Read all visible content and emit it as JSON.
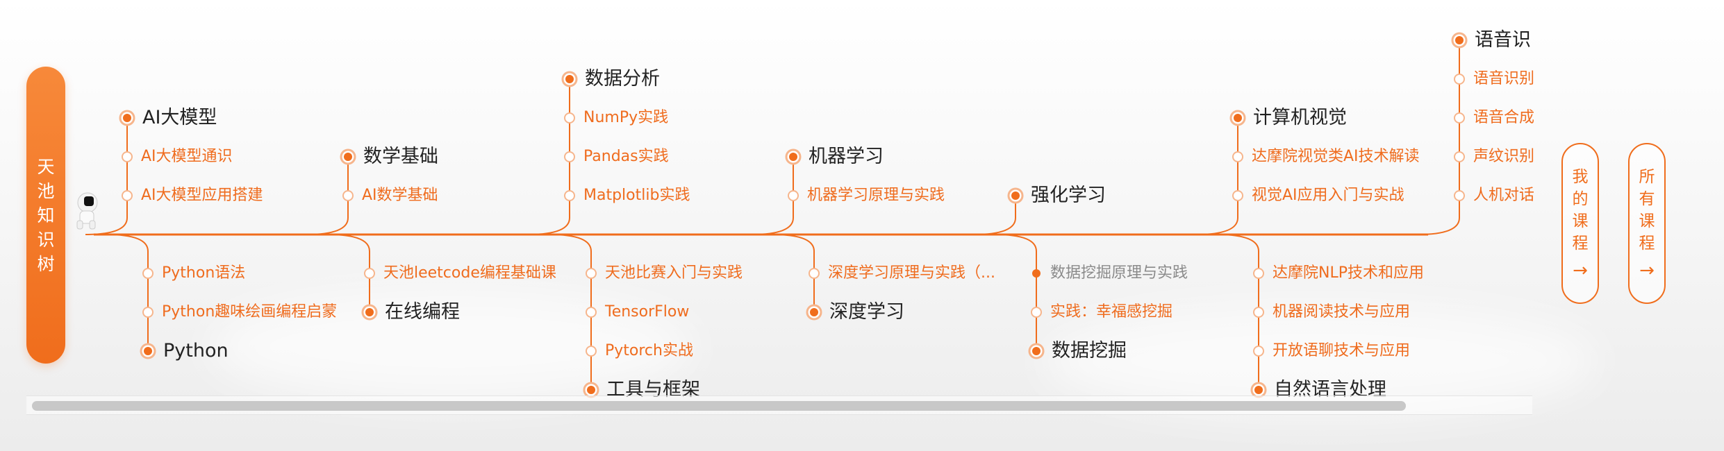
{
  "side_tab": {
    "label": "天池知识树"
  },
  "nodes": [
    {
      "title": "AI大模型",
      "items": [
        "AI大模型通识",
        "AI大模型应用搭建"
      ],
      "pos": "up"
    },
    {
      "title": "Python",
      "items": [
        "Python语法",
        "Python趣味绘画编程启蒙"
      ],
      "pos": "down"
    },
    {
      "title": "数学基础",
      "items": [
        "AI数学基础"
      ],
      "pos": "up"
    },
    {
      "title": "在线编程",
      "items": [
        "天池leetcode编程基础课"
      ],
      "pos": "down"
    },
    {
      "title": "数据分析",
      "items": [
        "NumPy实践",
        "Pandas实践",
        "Matplotlib实践"
      ],
      "pos": "up"
    },
    {
      "title": "工具与框架",
      "items": [
        "天池比赛入门与实践",
        "TensorFlow",
        "Pytorch实战"
      ],
      "pos": "down"
    },
    {
      "title": "机器学习",
      "items": [
        "机器学习原理与实践"
      ],
      "pos": "up"
    },
    {
      "title": "深度学习",
      "items": [
        "深度学习原理与实践（..."
      ],
      "pos": "down"
    },
    {
      "title": "强化学习",
      "items": [],
      "pos": "up"
    },
    {
      "title": "数据挖掘",
      "items": [
        "数据挖掘原理与实践",
        "实践：幸福感挖掘"
      ],
      "pos": "down"
    },
    {
      "title": "计算机视觉",
      "items": [
        "达摩院视觉类AI技术解读",
        "视觉AI应用入门与实战"
      ],
      "pos": "up"
    },
    {
      "title": "自然语言处理",
      "items": [
        "达摩院NLP技术和应用",
        "机器阅读技术与应用",
        "开放语聊技术与应用"
      ],
      "pos": "down"
    },
    {
      "title": "语音识",
      "items": [
        "语音识别",
        "语音合成",
        "声纹识别",
        "人机对话"
      ],
      "pos": "up"
    }
  ],
  "pills": [
    {
      "label": "我的课程",
      "arrow": "→"
    },
    {
      "label": "所有课程",
      "arrow": "→"
    }
  ],
  "colors": {
    "accent": "#f06d1c",
    "text_dark": "#222222",
    "muted": "#8a8a8a"
  }
}
